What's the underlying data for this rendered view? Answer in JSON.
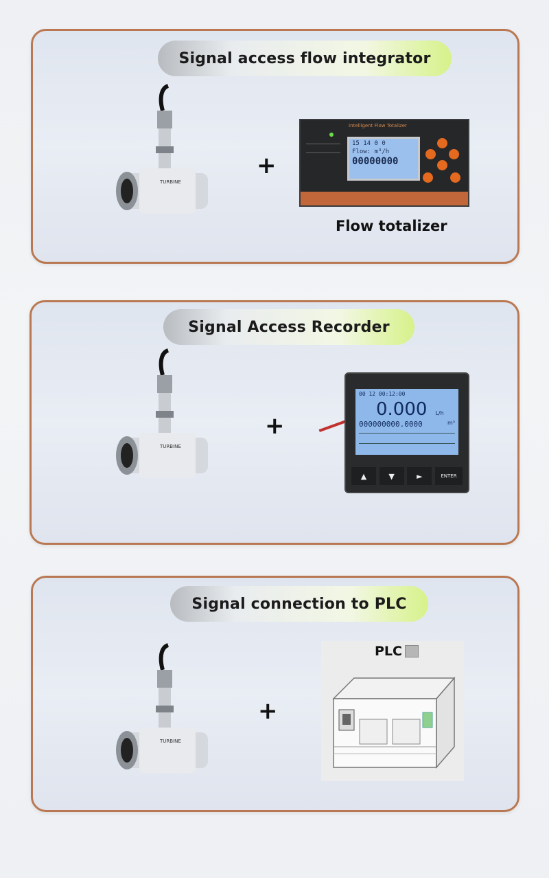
{
  "panels": [
    {
      "title": "Signal access flow integrator",
      "device": {
        "header": "Intelligent Flow Totalizer",
        "lcd_top": "15 14 0 0",
        "lcd_mid": "Flow: m³/h",
        "lcd_total": "00000000",
        "caption": "Flow totalizer"
      }
    },
    {
      "title": "Signal Access Recorder",
      "device": {
        "status": "00 12 00:12:00",
        "big_value": "0.000",
        "unit": "L/h",
        "total": "000000000.0000",
        "total_unit": "m³",
        "buttons": [
          "▲",
          "▼",
          "►",
          "ENTER"
        ]
      }
    },
    {
      "title": "Signal connection to PLC",
      "device": {
        "label": "PLC"
      }
    }
  ],
  "plus_symbol": "+",
  "colors": {
    "frame": "#b97852",
    "pill_accent": "#d7f28a",
    "lcd": "#8fb8ea",
    "totalizer_accent": "#e46a1f"
  }
}
